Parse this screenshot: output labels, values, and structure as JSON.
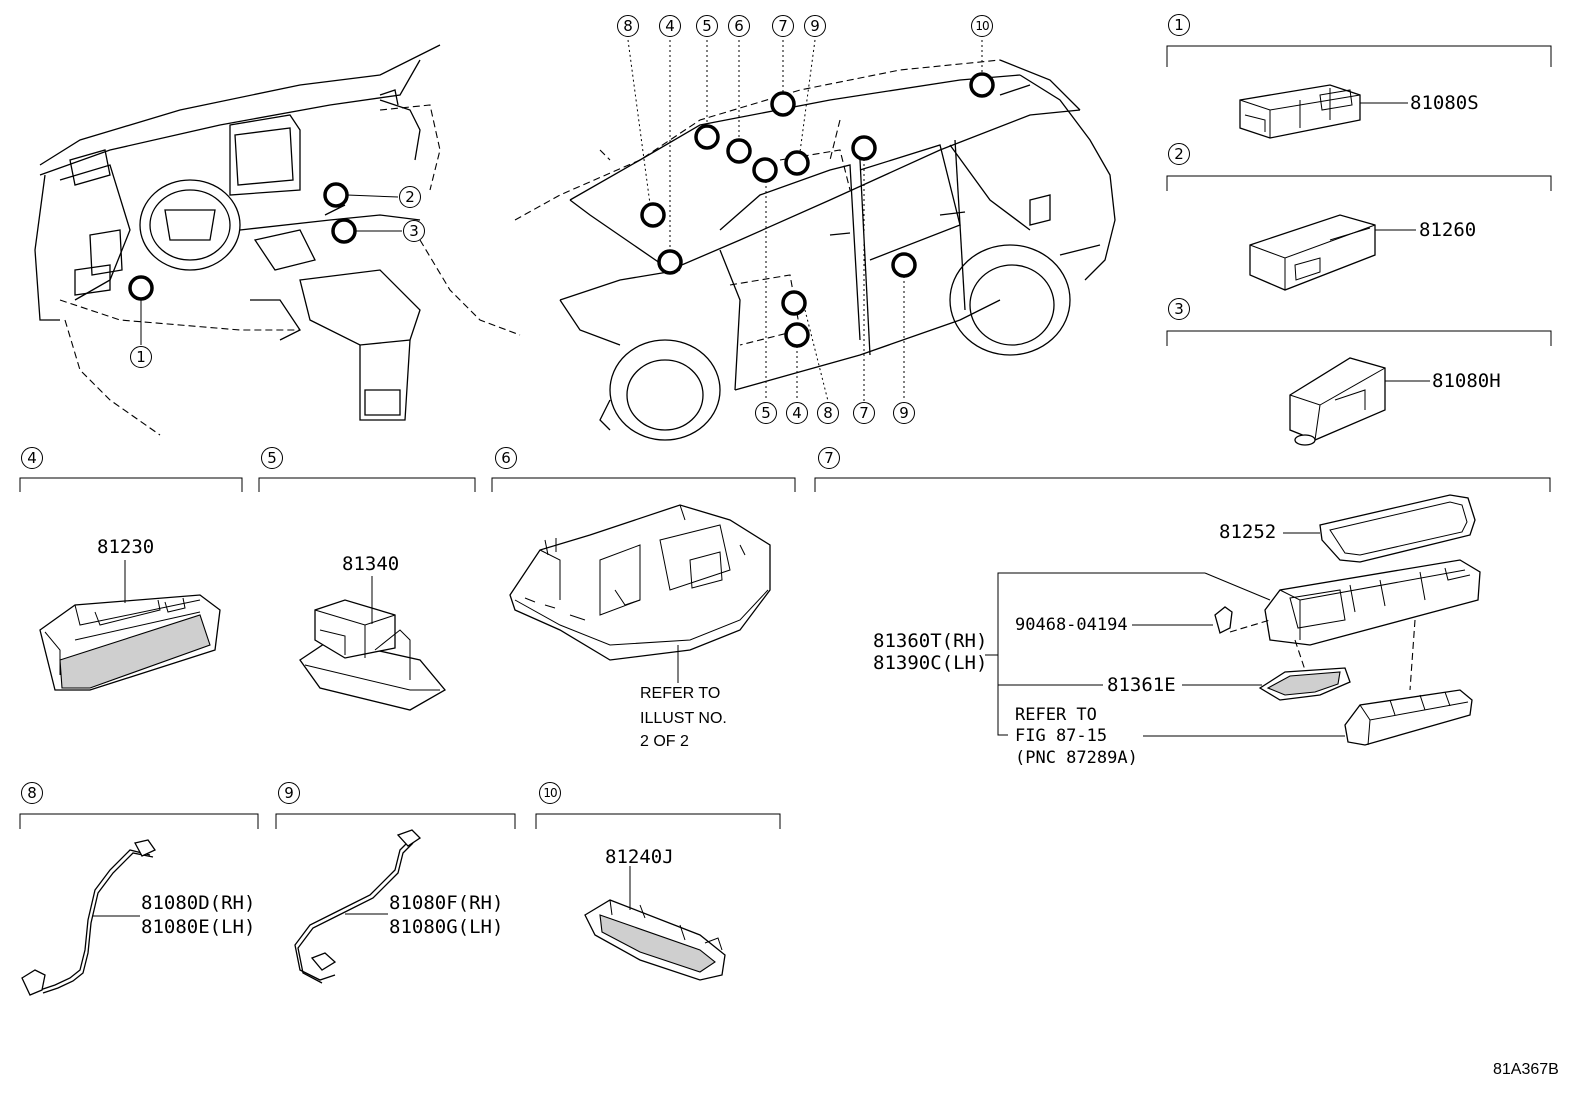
{
  "callouts": {
    "c1": "1",
    "c2": "2",
    "c3": "3",
    "c4": "4",
    "c5": "5",
    "c6": "6",
    "c7": "7",
    "c8": "8",
    "c9": "9",
    "c10": "10"
  },
  "sections": [
    {
      "number": "1",
      "parts": [
        "81080S"
      ]
    },
    {
      "number": "2",
      "parts": [
        "81260"
      ]
    },
    {
      "number": "3",
      "parts": [
        "81080H"
      ]
    },
    {
      "number": "4",
      "parts": [
        "81230"
      ]
    },
    {
      "number": "5",
      "parts": [
        "81340"
      ]
    },
    {
      "number": "6",
      "note": [
        "REFER TO",
        "ILLUST NO.",
        "2 OF 2"
      ]
    },
    {
      "number": "7",
      "parts": [
        "81252",
        "81360T(RH)",
        "81390C(LH)",
        "90468-04194",
        "81361E"
      ],
      "note": [
        "REFER TO",
        "FIG 87-15",
        "(PNC 87289A)"
      ]
    },
    {
      "number": "8",
      "parts": [
        "81080D(RH)",
        "81080E(LH)"
      ]
    },
    {
      "number": "9",
      "parts": [
        "81080F(RH)",
        "81080G(LH)"
      ]
    },
    {
      "number": "10",
      "parts": [
        "81240J"
      ]
    }
  ],
  "labels": {
    "p81080S": "81080S",
    "p81260": "81260",
    "p81080H": "81080H",
    "p81230": "81230",
    "p81340": "81340",
    "ref6_1": "REFER TO",
    "ref6_2": "ILLUST NO.",
    "ref6_3": "2 OF 2",
    "p81252": "81252",
    "p81360T": "81360T(RH)",
    "p81390C": "81390C(LH)",
    "p90468": "90468-04194",
    "p81361E": "81361E",
    "ref7_1": "REFER TO",
    "ref7_2": "FIG 87-15",
    "ref7_3": "(PNC 87289A)",
    "p81080D": "81080D(RH)",
    "p81080E": "81080E(LH)",
    "p81080F": "81080F(RH)",
    "p81080G": "81080G(LH)",
    "p81240J": "81240J"
  },
  "illustration_id": "81A367B"
}
